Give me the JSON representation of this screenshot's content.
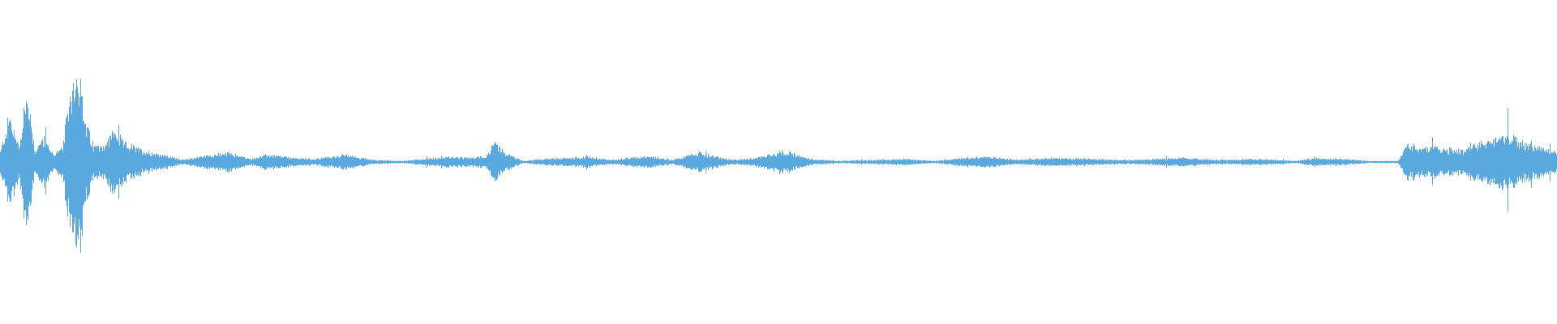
{
  "waveform": {
    "color": "#5aa8e0",
    "background": "#ffffff",
    "envelope": [
      [
        0,
        0.1
      ],
      [
        0.006,
        0.45
      ],
      [
        0.012,
        0.15
      ],
      [
        0.016,
        0.62
      ],
      [
        0.019,
        0.55
      ],
      [
        0.022,
        0.12
      ],
      [
        0.028,
        0.24
      ],
      [
        0.034,
        0.08
      ],
      [
        0.04,
        0.14
      ],
      [
        0.046,
        0.78
      ],
      [
        0.05,
        1.0
      ],
      [
        0.054,
        0.42
      ],
      [
        0.06,
        0.15
      ],
      [
        0.068,
        0.18
      ],
      [
        0.073,
        0.32
      ],
      [
        0.078,
        0.2
      ],
      [
        0.09,
        0.12
      ],
      [
        0.105,
        0.07
      ],
      [
        0.118,
        0.02
      ],
      [
        0.13,
        0.06
      ],
      [
        0.148,
        0.09
      ],
      [
        0.16,
        0.03
      ],
      [
        0.172,
        0.07
      ],
      [
        0.188,
        0.04
      ],
      [
        0.202,
        0.03
      ],
      [
        0.222,
        0.07
      ],
      [
        0.24,
        0.02
      ],
      [
        0.258,
        0.01
      ],
      [
        0.272,
        0.03
      ],
      [
        0.288,
        0.05
      ],
      [
        0.3,
        0.04
      ],
      [
        0.312,
        0.06
      ],
      [
        0.318,
        0.18
      ],
      [
        0.324,
        0.09
      ],
      [
        0.336,
        0.01
      ],
      [
        0.35,
        0.03
      ],
      [
        0.378,
        0.05
      ],
      [
        0.392,
        0.02
      ],
      [
        0.404,
        0.04
      ],
      [
        0.416,
        0.06
      ],
      [
        0.432,
        0.02
      ],
      [
        0.448,
        0.09
      ],
      [
        0.47,
        0.02
      ],
      [
        0.485,
        0.04
      ],
      [
        0.503,
        0.11
      ],
      [
        0.52,
        0.03
      ],
      [
        0.54,
        0.01
      ],
      [
        0.56,
        0.02
      ],
      [
        0.582,
        0.03
      ],
      [
        0.6,
        0.01
      ],
      [
        0.618,
        0.04
      ],
      [
        0.636,
        0.05
      ],
      [
        0.652,
        0.02
      ],
      [
        0.674,
        0.04
      ],
      [
        0.698,
        0.03
      ],
      [
        0.73,
        0.02
      ],
      [
        0.758,
        0.04
      ],
      [
        0.784,
        0.02
      ],
      [
        0.81,
        0.03
      ],
      [
        0.832,
        0.01
      ],
      [
        0.846,
        0.04
      ],
      [
        0.862,
        0.03
      ],
      [
        0.88,
        0.01
      ],
      [
        0.898,
        0.01
      ],
      [
        0.904,
        0.16
      ],
      [
        0.92,
        0.14
      ],
      [
        0.94,
        0.12
      ],
      [
        0.958,
        0.22
      ],
      [
        0.968,
        0.28
      ],
      [
        0.98,
        0.18
      ],
      [
        0.992,
        0.14
      ],
      [
        1.0,
        0.1
      ]
    ]
  }
}
